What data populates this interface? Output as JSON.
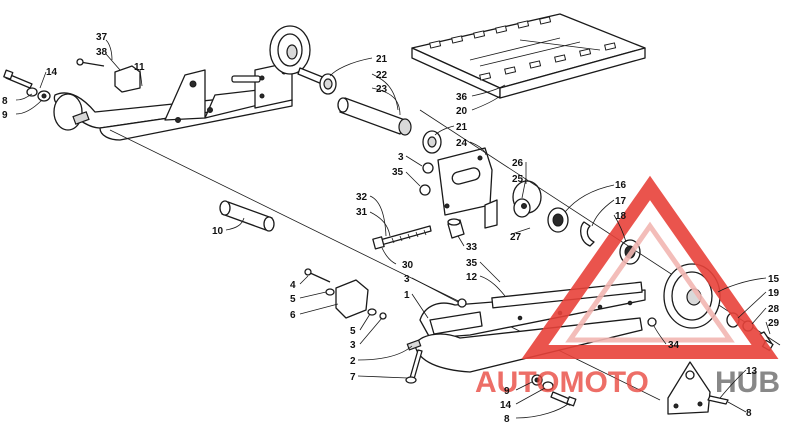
{
  "watermark": {
    "brand_left": "AUTOMOTO",
    "brand_right": "HUB",
    "color_primary": "#e8423a",
    "color_secondary": "#5a5a5a",
    "color_light": "#f2b6b2"
  },
  "colors": {
    "line": "#1a1a1a",
    "paper": "#ffffff"
  },
  "callouts": [
    {
      "id": "c37",
      "text": "37"
    },
    {
      "id": "c38",
      "text": "38"
    },
    {
      "id": "c11",
      "text": "11"
    },
    {
      "id": "c14a",
      "text": "14"
    },
    {
      "id": "c8a",
      "text": "8"
    },
    {
      "id": "c9a",
      "text": "9"
    },
    {
      "id": "c21a",
      "text": "21"
    },
    {
      "id": "c22",
      "text": "22"
    },
    {
      "id": "c23",
      "text": "23"
    },
    {
      "id": "c36",
      "text": "36"
    },
    {
      "id": "c20",
      "text": "20"
    },
    {
      "id": "c21b",
      "text": "21"
    },
    {
      "id": "c24",
      "text": "24"
    },
    {
      "id": "c3a",
      "text": "3"
    },
    {
      "id": "c35a",
      "text": "35"
    },
    {
      "id": "c26",
      "text": "26"
    },
    {
      "id": "c25",
      "text": "25"
    },
    {
      "id": "c16",
      "text": "16"
    },
    {
      "id": "c17",
      "text": "17"
    },
    {
      "id": "c18",
      "text": "18"
    },
    {
      "id": "c32",
      "text": "32"
    },
    {
      "id": "c31",
      "text": "31"
    },
    {
      "id": "c27",
      "text": "27"
    },
    {
      "id": "c10",
      "text": "10"
    },
    {
      "id": "c33",
      "text": "33"
    },
    {
      "id": "c30",
      "text": "30"
    },
    {
      "id": "c35b",
      "text": "35"
    },
    {
      "id": "c12",
      "text": "12"
    },
    {
      "id": "c3b",
      "text": "3"
    },
    {
      "id": "c1",
      "text": "1"
    },
    {
      "id": "c4",
      "text": "4"
    },
    {
      "id": "c5a",
      "text": "5"
    },
    {
      "id": "c6",
      "text": "6"
    },
    {
      "id": "c5b",
      "text": "5"
    },
    {
      "id": "c3c",
      "text": "3"
    },
    {
      "id": "c2",
      "text": "2"
    },
    {
      "id": "c7",
      "text": "7"
    },
    {
      "id": "c15",
      "text": "15"
    },
    {
      "id": "c19",
      "text": "19"
    },
    {
      "id": "c28",
      "text": "28"
    },
    {
      "id": "c29",
      "text": "29"
    },
    {
      "id": "c34",
      "text": "34"
    },
    {
      "id": "c13",
      "text": "13"
    },
    {
      "id": "c8b",
      "text": "8"
    },
    {
      "id": "c9b",
      "text": "9"
    },
    {
      "id": "c14b",
      "text": "14"
    },
    {
      "id": "c8c",
      "text": "8"
    }
  ]
}
